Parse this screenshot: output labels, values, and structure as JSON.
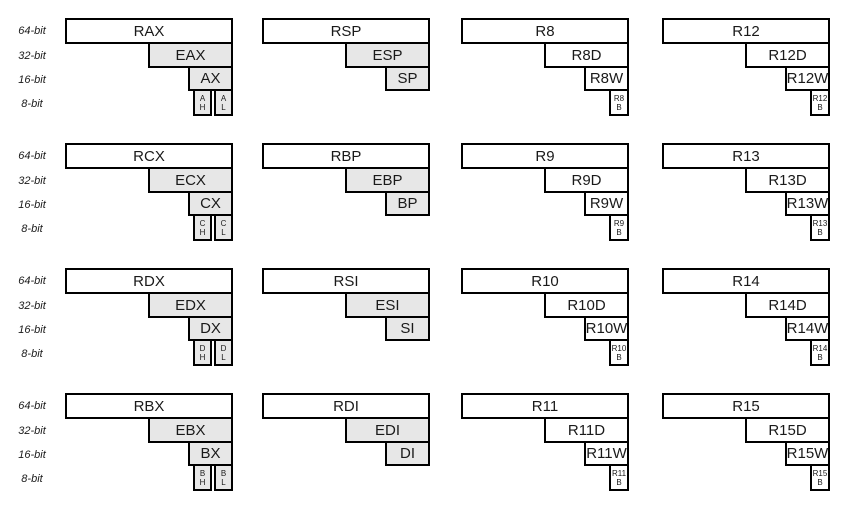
{
  "row_labels": [
    "64-bit",
    "32-bit",
    "16-bit",
    "8-bit"
  ],
  "colors": {
    "box_border": "#000000",
    "shaded_fill": "#e7e7e7",
    "plain_fill": "#ffffff",
    "text": "#1a1a1a",
    "background": "#ffffff"
  },
  "rows": [
    {
      "blocks": [
        {
          "bits64": "RAX",
          "bits32": "EAX",
          "bits16": "AX",
          "shaded_subregisters": true,
          "bits8": {
            "style": "pair",
            "boxes": [
              [
                "A",
                "H"
              ],
              [
                "A",
                "L"
              ]
            ]
          }
        },
        {
          "bits64": "RSP",
          "bits32": "ESP",
          "bits16": "SP",
          "shaded_subregisters": true,
          "bits8": {
            "style": "none",
            "boxes": []
          }
        },
        {
          "bits64": "R8",
          "bits32": "R8D",
          "bits16": "R8W",
          "shaded_subregisters": false,
          "bits8": {
            "style": "single",
            "boxes": [
              [
                "R8",
                "B"
              ]
            ]
          }
        },
        {
          "bits64": "R12",
          "bits32": "R12D",
          "bits16": "R12W",
          "shaded_subregisters": false,
          "bits8": {
            "style": "single",
            "boxes": [
              [
                "R12",
                "B"
              ]
            ]
          }
        }
      ]
    },
    {
      "blocks": [
        {
          "bits64": "RCX",
          "bits32": "ECX",
          "bits16": "CX",
          "shaded_subregisters": true,
          "bits8": {
            "style": "pair",
            "boxes": [
              [
                "C",
                "H"
              ],
              [
                "C",
                "L"
              ]
            ]
          }
        },
        {
          "bits64": "RBP",
          "bits32": "EBP",
          "bits16": "BP",
          "shaded_subregisters": true,
          "bits8": {
            "style": "none",
            "boxes": []
          }
        },
        {
          "bits64": "R9",
          "bits32": "R9D",
          "bits16": "R9W",
          "shaded_subregisters": false,
          "bits8": {
            "style": "single",
            "boxes": [
              [
                "R9",
                "B"
              ]
            ]
          }
        },
        {
          "bits64": "R13",
          "bits32": "R13D",
          "bits16": "R13W",
          "shaded_subregisters": false,
          "bits8": {
            "style": "single",
            "boxes": [
              [
                "R13",
                "B"
              ]
            ]
          }
        }
      ]
    },
    {
      "blocks": [
        {
          "bits64": "RDX",
          "bits32": "EDX",
          "bits16": "DX",
          "shaded_subregisters": true,
          "bits8": {
            "style": "pair",
            "boxes": [
              [
                "D",
                "H"
              ],
              [
                "D",
                "L"
              ]
            ]
          }
        },
        {
          "bits64": "RSI",
          "bits32": "ESI",
          "bits16": "SI",
          "shaded_subregisters": true,
          "bits8": {
            "style": "none",
            "boxes": []
          }
        },
        {
          "bits64": "R10",
          "bits32": "R10D",
          "bits16": "R10W",
          "shaded_subregisters": false,
          "bits8": {
            "style": "single",
            "boxes": [
              [
                "R10",
                "B"
              ]
            ]
          }
        },
        {
          "bits64": "R14",
          "bits32": "R14D",
          "bits16": "R14W",
          "shaded_subregisters": false,
          "bits8": {
            "style": "single",
            "boxes": [
              [
                "R14",
                "B"
              ]
            ]
          }
        }
      ]
    },
    {
      "blocks": [
        {
          "bits64": "RBX",
          "bits32": "EBX",
          "bits16": "BX",
          "shaded_subregisters": true,
          "bits8": {
            "style": "pair",
            "boxes": [
              [
                "B",
                "H"
              ],
              [
                "B",
                "L"
              ]
            ]
          }
        },
        {
          "bits64": "RDI",
          "bits32": "EDI",
          "bits16": "DI",
          "shaded_subregisters": true,
          "bits8": {
            "style": "none",
            "boxes": []
          }
        },
        {
          "bits64": "R11",
          "bits32": "R11D",
          "bits16": "R11W",
          "shaded_subregisters": false,
          "bits8": {
            "style": "single",
            "boxes": [
              [
                "R11",
                "B"
              ]
            ]
          }
        },
        {
          "bits64": "R15",
          "bits32": "R15D",
          "bits16": "R15W",
          "shaded_subregisters": false,
          "bits8": {
            "style": "single",
            "boxes": [
              [
                "R15",
                "B"
              ]
            ]
          }
        }
      ]
    }
  ]
}
